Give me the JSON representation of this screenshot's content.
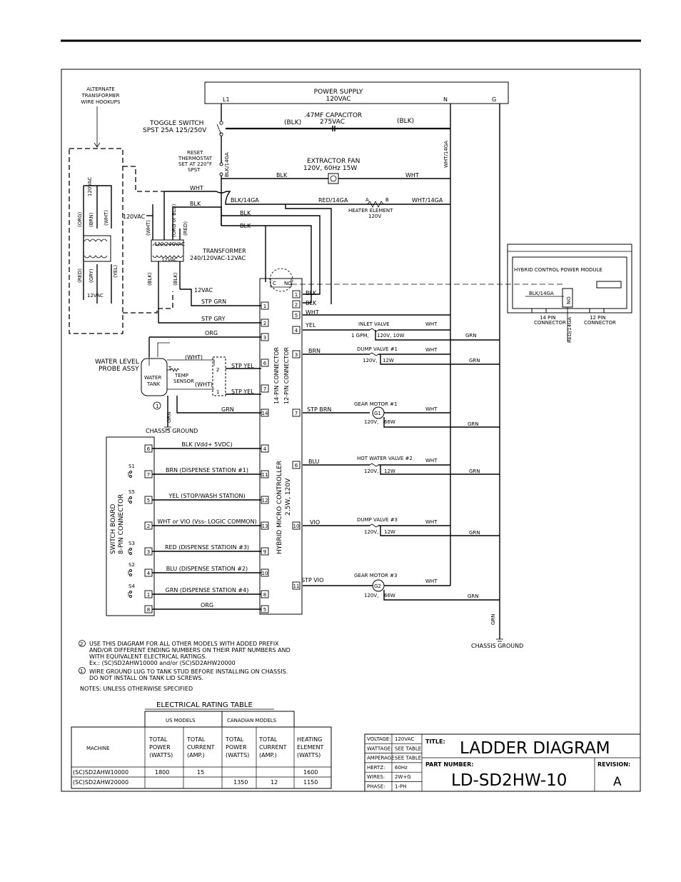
{
  "header": {
    "rule": true
  },
  "power_supply": {
    "label": "POWER SUPPLY",
    "voltage": "120VAC",
    "l1": "L1",
    "n": "N",
    "g": "G"
  },
  "capacitor": {
    "label": ".47MF CAPACITOR",
    "rating": "275VAC",
    "left_wire": "(BLK)",
    "right_wire": "(BLK)"
  },
  "toggle_switch": {
    "line1": "TOGGLE SWITCH",
    "line2": "SPST 25A 125/250V"
  },
  "reset_thermostat": {
    "line1": "RESET",
    "line2": "THERMOSTAT",
    "line3": "SET AT 220°F",
    "line4": "SPST"
  },
  "extractor_fan": {
    "label": "EXTRACTOR FAN",
    "rating": "120V, 60Hz 15W",
    "left_wire": "BLK",
    "right_wire": "WHT"
  },
  "heater": {
    "label": "HEATER ELEMENT",
    "rating": "120V",
    "left_wire": "RED/14GA",
    "right_wire": "WHT/14GA",
    "a": "A",
    "b": "B"
  },
  "wires": {
    "blk14": "BLK/14GA",
    "blk14v": "BLK/14GA",
    "wht14v": "WHT/14GA",
    "wht": "WHT",
    "blk": "BLK",
    "blk2": "BLK",
    "blk3": "BLK",
    "v12": "12VAC",
    "stp_grn": "STP GRN",
    "stp_gry": "STP GRY",
    "org": "ORG",
    "grn": "GRN",
    "whtp": "(WHT)",
    "whtp2": "(WHT)",
    "stp_yel": "STP YEL",
    "stp_yel2": "STP YEL"
  },
  "alternate": {
    "line1": "ALTERNATE",
    "line2": "TRANSFORMER",
    "line3": "WIRE HOOKUPS",
    "v120": "120VAC",
    "v12": "12VAC",
    "v120b": "120VAC",
    "labels": [
      "(ORG)",
      "(BRN)",
      "(WHT)",
      "(RED)",
      "(GRY)",
      "(YEL)"
    ]
  },
  "transformer": {
    "label": "TRANSFORMER",
    "rating": "240/120VAC-12VAC",
    "wht": "(WHT)",
    "org": "(ORG or BLU)",
    "red": "(RED)",
    "blk": "(BLK)",
    "blk2": "(BLK)",
    "tap1": "120/240VAC",
    "tap2": "12VAC"
  },
  "controller": {
    "name": "HYBRID MICRO CONTROLLER",
    "rating": "2.5W, 120V",
    "conn14": "14-PIN CONNECTOR",
    "conn12": "12-PIN CONNECTOR",
    "c": "C",
    "no": "NO",
    "left_pins": [
      "1",
      "2",
      "3",
      "6",
      "7",
      "14",
      "4",
      "11",
      "12",
      "13",
      "9",
      "10",
      "8",
      "5"
    ],
    "right_pins": [
      "1",
      "2",
      "5",
      "4",
      "3",
      "7",
      "6",
      "10",
      "11"
    ]
  },
  "outputs": {
    "blk_a": "BLK",
    "blk_b": "BLK",
    "wht": "WHT",
    "yel": "YEL",
    "brn": "BRN",
    "stp_brn": "STP BRN",
    "blu": "BLU",
    "vio": "VIO",
    "stp_vio": "STP VIO",
    "inlet": "INLET VALVE",
    "inlet_rating1": "1 GPM,",
    "inlet_rating2": "120V, 10W",
    "dump1": "DUMP VALVE #1",
    "dump1_rating": "120V,",
    "dump1_w": "12W",
    "gear1": "GEAR MOTOR  #1",
    "gear1_rating": "120V,",
    "gear1_w": "66W",
    "g1": "G1",
    "hot": "HOT WATER VALVE #2",
    "hot_rating": "120V,",
    "hot_w": "12W",
    "dump3": "DUMP VALVE #3",
    "dump3_rating": "120V,",
    "dump3_w": "12W",
    "gear3": "GEAR MOTOR  #3",
    "gear3_rating": "120V,",
    "gear3_w": "66W",
    "g2": "G2",
    "wht_list": [
      "WHT",
      "WHT",
      "WHT",
      "WHT",
      "WHT",
      "WHT"
    ],
    "grn_list": [
      "GRN",
      "GRN",
      "GRN",
      "GRN",
      "GRN",
      "GRN",
      "GRN"
    ]
  },
  "probe": {
    "label1": "WATER LEVEL",
    "label2": "PROBE ASSY",
    "tank1": "WATER",
    "tank2": "TANK",
    "temp1": "TEMP",
    "temp2": "SENSOR",
    "p2": "2",
    "p1": "1",
    "t": "T",
    "note": "1"
  },
  "chassis": {
    "left": "CHASSIS GROUND",
    "right": "CHASSIS GROUND",
    "grn": "GRN",
    "grn2": "GRN"
  },
  "switch_board": {
    "title1": "SWITCH BOARD",
    "title2": "8-PIN CONNECTOR",
    "rows": [
      {
        "pin": "6",
        "sw": "",
        "label": "BLK (Vdd+ 5VDC)",
        "cpin": "4"
      },
      {
        "pin": "7",
        "sw": "S1",
        "label": "BRN (DISPENSE STATION #1)",
        "cpin": "11"
      },
      {
        "pin": "5",
        "sw": "S5",
        "label": "YEL (STOP/WASH STATION)",
        "cpin": "12"
      },
      {
        "pin": "2",
        "sw": "",
        "label": "WHT or VIO (Vss- LOGIC COMMON)",
        "cpin": "13"
      },
      {
        "pin": "3",
        "sw": "S3",
        "label": "RED (DISPENSE STATIOIN #3)",
        "cpin": "9"
      },
      {
        "pin": "4",
        "sw": "S2",
        "label": "BLU (DISPENSE STATION #2)",
        "cpin": "10"
      },
      {
        "pin": "1",
        "sw": "S4",
        "label": "GRN (DISPENSE STATION #4)",
        "cpin": "8"
      },
      {
        "pin": "8",
        "sw": "",
        "label": "ORG",
        "cpin": "5"
      }
    ]
  },
  "power_module": {
    "title": "HYBRID CONTROL POWER MODULE",
    "blk": "BLK/14GA",
    "red": "RED/14GA",
    "relay": "NO",
    "c14": "14 PIN",
    "c14b": "CONNECTOR",
    "c12": "12 PIN",
    "c12b": "CONNECTOR"
  },
  "notes": [
    "USE THIS DIAGRAM FOR ALL OTHER MODELS WITH ADDED PREFIX",
    "AND/OR DIFFERENT ENDING NUMBERS ON THEIR PART NUMBERS AND",
    "WITH EQUIVALENT ELECTRICAL RATINGS.",
    "Ex.: (SC)SD2AHW10000 and/or (SC)SD2AHW20000",
    "WIRE GROUND LUG TO TANK STUD BEFORE INSTALLING ON CHASSIS.",
    "DO NOT INSTALL ON TANK LID SCREWS.",
    "NOTES: UNLESS OTHERWISE SPECIFIED"
  ],
  "note_marks": [
    "2",
    "1"
  ],
  "rating_table": {
    "title": "ELECTRICAL RATING TABLE",
    "us": "US MODELS",
    "ca": "CANADIAN MODELS",
    "cols": [
      "MACHINE",
      "TOTAL POWER (WATTS)",
      "TOTAL CURRENT (AMP.)",
      "TOTAL POWER (WATTS)",
      "TOTAL CURRENT (AMP.)",
      "HEATING ELEMENT (WATTS)"
    ],
    "col_lines": [
      [
        "MACHINE"
      ],
      [
        "TOTAL",
        "POWER",
        "(WATTS)"
      ],
      [
        "TOTAL",
        "CURRENT",
        "(AMP.)"
      ],
      [
        "TOTAL",
        "POWER",
        "(WATTS)"
      ],
      [
        "TOTAL",
        "CURRENT",
        "(AMP.)"
      ],
      [
        "HEATING",
        "ELEMENT",
        "(WATTS)"
      ]
    ],
    "rows": [
      [
        "(SC)SD2AHW10000",
        "1800",
        "15",
        "",
        "",
        "1600"
      ],
      [
        "(SC)SD2AHW20000",
        "",
        "",
        "1350",
        "12",
        "1150"
      ]
    ]
  },
  "title_block": {
    "specs": [
      [
        "VOLTAGE:",
        "120VAC"
      ],
      [
        "WATTAGE:",
        "SEE TABLE"
      ],
      [
        "AMPERAGE:",
        "SEE TABLE"
      ],
      [
        "HERTZ:",
        "60Hz"
      ],
      [
        "WIRES:",
        "2W+G"
      ],
      [
        "PHASE:",
        "1-PH"
      ]
    ],
    "title_label": "TITLE:",
    "title": "LADDER DIAGRAM",
    "part_label": "PART NUMBER:",
    "part": "LD-SD2HW-10",
    "rev_label": "REVISION:",
    "rev": "A"
  }
}
